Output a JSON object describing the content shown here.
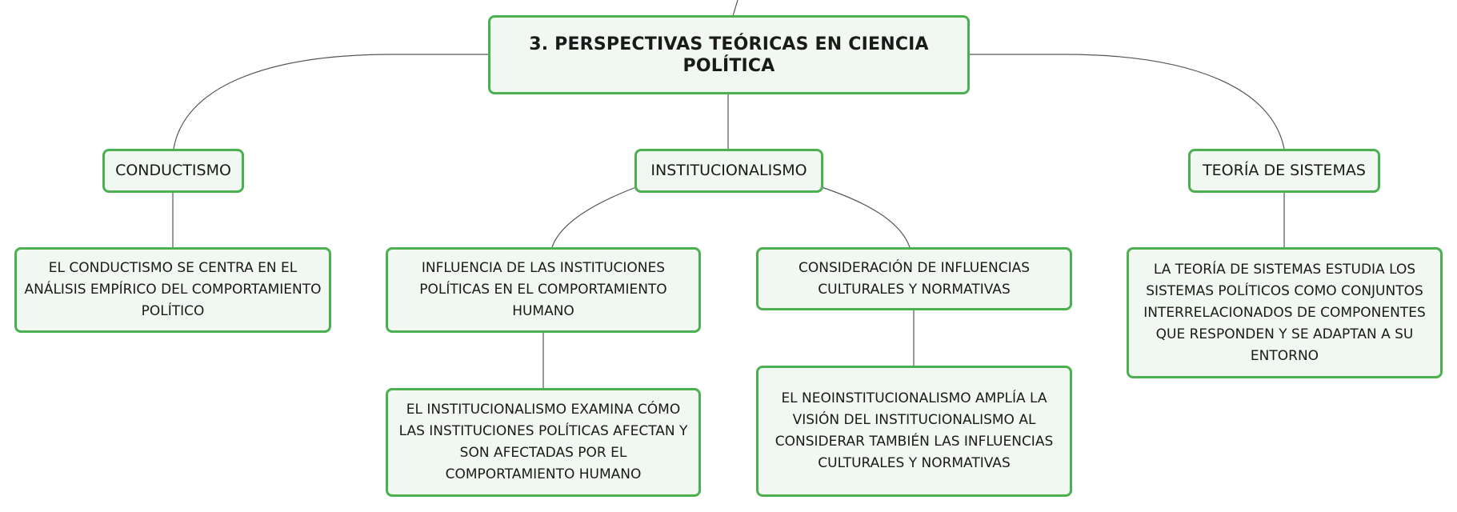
{
  "nodes": {
    "root": "3. PERSPECTIVAS TEÓRICAS EN CIENCIA POLÍTICA",
    "conductismo": "CONDUCTISMO",
    "institucionalismo": "INSTITUCIONALISMO",
    "teoria_sistemas": "TEORÍA DE SISTEMAS",
    "conductismo_desc": "EL CONDUCTISMO SE CENTRA EN EL ANÁLISIS EMPÍRICO DEL COMPORTAMIENTO POLÍTICO",
    "influencia_instituciones": "INFLUENCIA DE LAS INSTITUCIONES POLÍTICAS EN EL COMPORTAMIENTO HUMANO",
    "institucionalismo_desc": "EL INSTITUCIONALISMO EXAMINA CÓMO LAS INSTITUCIONES POLÍTICAS AFECTAN Y SON AFECTADAS POR EL COMPORTAMIENTO HUMANO",
    "influencias_culturales": "CONSIDERACIÓN DE INFLUENCIAS CULTURALES Y NORMATIVAS",
    "neoinstitucionalismo_desc": "EL NEOINSTITUCIONALISMO AMPLÍA LA VISIÓN DEL INSTITUCIONALISMO AL CONSIDERAR TAMBIÉN LAS INFLUENCIAS CULTURALES Y NORMATIVAS",
    "teoria_sistemas_desc": "LA TEORÍA DE SISTEMAS ESTUDIA LOS SISTEMAS POLÍTICOS COMO CONJUNTOS INTERRELACIONADOS DE COMPONENTES QUE RESPONDEN Y SE ADAPTAN A SU ENTORNO"
  },
  "colors": {
    "node_border": "#4caf50",
    "node_fill": "#f0f8f1",
    "connector": "#555555"
  }
}
